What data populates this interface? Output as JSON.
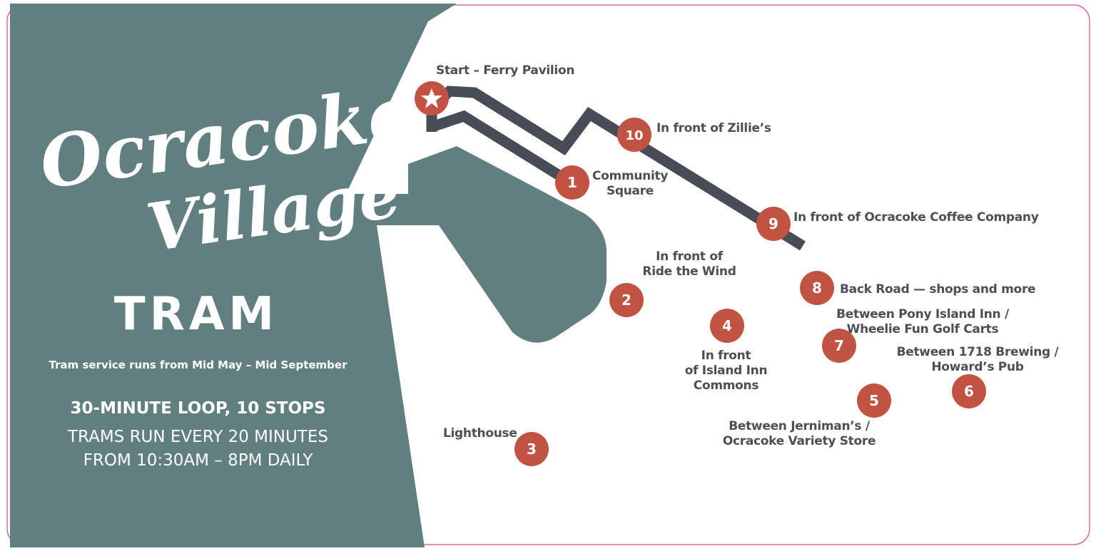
{
  "colors": {
    "panel": "#627f7f",
    "route": "#474c56",
    "stop": "#c25242",
    "label": "#4a4f58",
    "water": "#627f7f",
    "border": "#d9479a"
  },
  "branding": {
    "title_line1": "Ocracoke",
    "title_line2": "Village",
    "subtitle": "TRAM"
  },
  "info": {
    "season": "Tram service runs from Mid May – Mid September",
    "loop": "30-MINUTE LOOP, 10 STOPS",
    "frequency_line1": "TRAMS RUN EVERY 20 MINUTES",
    "frequency_line2": "FROM 10:30AM – 8PM DAILY"
  },
  "start": {
    "label": "Start – Ferry Pavilion",
    "icon": "star-icon"
  },
  "stops": [
    {
      "number": "1",
      "label_line1": "Community",
      "label_line2": "Square"
    },
    {
      "number": "2",
      "label_line1": "In front of",
      "label_line2": "Ride the Wind"
    },
    {
      "number": "3",
      "label_line1": "Lighthouse",
      "label_line2": ""
    },
    {
      "number": "4",
      "label_line1": "In front",
      "label_line2": "of Island Inn",
      "label_line3": "Commons"
    },
    {
      "number": "5",
      "label_line1": "Between Jerniman’s /",
      "label_line2": "Ocracoke Variety Store"
    },
    {
      "number": "6",
      "label_line1": "Between 1718 Brewing /",
      "label_line2": "Howard’s Pub"
    },
    {
      "number": "7",
      "label_line1": "Between Pony Island Inn /",
      "label_line2": "Wheelie Fun Golf Carts"
    },
    {
      "number": "8",
      "label_line1": "Back Road — shops and more",
      "label_line2": ""
    },
    {
      "number": "9",
      "label_line1": "In front of Ocracoke Coffee Company",
      "label_line2": ""
    },
    {
      "number": "10",
      "label_line1": "In front of Zillie’s",
      "label_line2": ""
    }
  ]
}
